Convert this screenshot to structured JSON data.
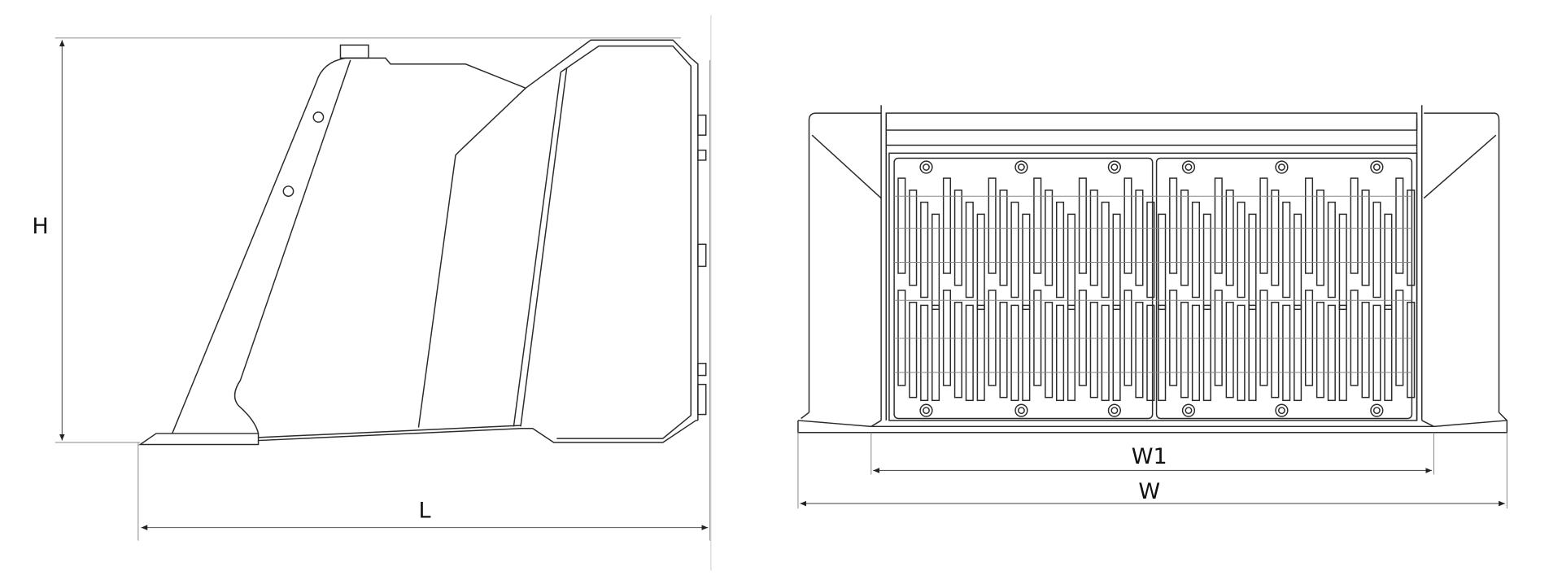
{
  "side_view": {
    "height_label": "H",
    "length_label": "L"
  },
  "front_view": {
    "inner_width_label": "W1",
    "width_label": "W"
  },
  "colors": {
    "line": "#2a2a2a",
    "dimension": "#555555"
  }
}
